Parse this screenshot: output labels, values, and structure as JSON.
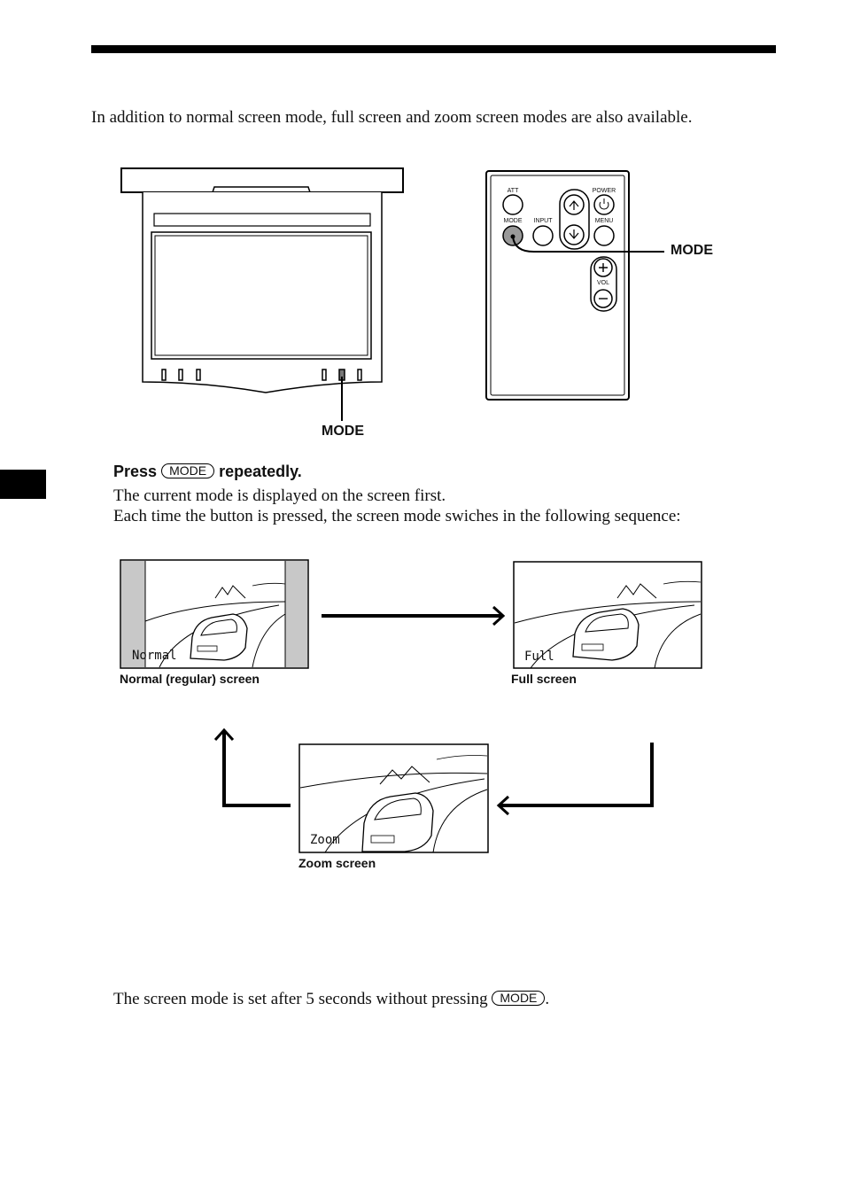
{
  "intro": "In addition to normal screen mode, full screen and zoom screen modes are also available.",
  "monitor": {
    "mode_callout": "MODE"
  },
  "remote": {
    "buttons": {
      "att": "ATT",
      "power": "POWER",
      "mode": "MODE",
      "input": "INPUT",
      "menu": "MENU",
      "vol": "VOL"
    },
    "mode_callout": "MODE"
  },
  "step": {
    "press_prefix": "Press",
    "key": "MODE",
    "press_suffix": "repeatedly.",
    "line1": "The current mode is displayed on the screen first.",
    "line2": "Each time the button is pressed, the screen mode swiches in the following sequence:"
  },
  "screens": [
    {
      "osd": "Normal",
      "caption": "Normal (regular) screen"
    },
    {
      "osd": "Full",
      "caption": "Full screen"
    },
    {
      "osd": "Zoom",
      "caption": "Zoom screen"
    }
  ],
  "note": {
    "before": "The screen mode is set after 5 seconds without pressing",
    "key": "MODE",
    "after": "."
  }
}
